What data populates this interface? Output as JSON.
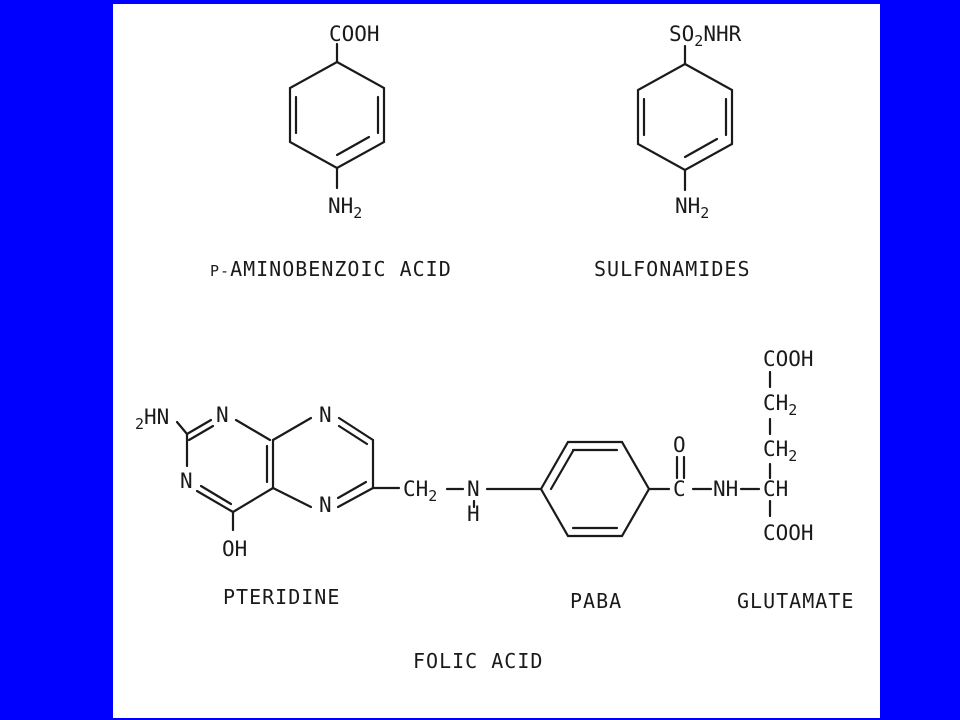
{
  "paba_top": {
    "cooh": "COOH",
    "nh": "NH",
    "nh_sub": "2",
    "caption_prefix": "P-",
    "caption": "AMINOBENZOIC ACID"
  },
  "sulfa_top": {
    "so": "SO",
    "so_sub": "2",
    "nhr": "NHR",
    "nh": "NH",
    "nh_sub": "2",
    "caption": "SULFONAMIDES"
  },
  "folic": {
    "amine_sub": "2",
    "amine": "HN",
    "n1": "N",
    "n2": "N",
    "n3": "N",
    "n4": "N",
    "oh": "OH",
    "ch": "CH",
    "ch_sub": "2",
    "nh_n": "N",
    "nh_h": "H",
    "carbonyl_o": "O",
    "carbonyl_c": "C",
    "amide_nh": "NH",
    "alpha_ch": "CH",
    "cooh_top": "COOH",
    "ch2a": "CH",
    "ch2a_sub": "2",
    "ch2b": "CH",
    "ch2b_sub": "2",
    "cooh_bottom": "COOH",
    "label_pteridine": "PTERIDINE",
    "label_paba": "PABA",
    "label_glutamate": "GLUTAMATE",
    "caption": "FOLIC ACID"
  }
}
